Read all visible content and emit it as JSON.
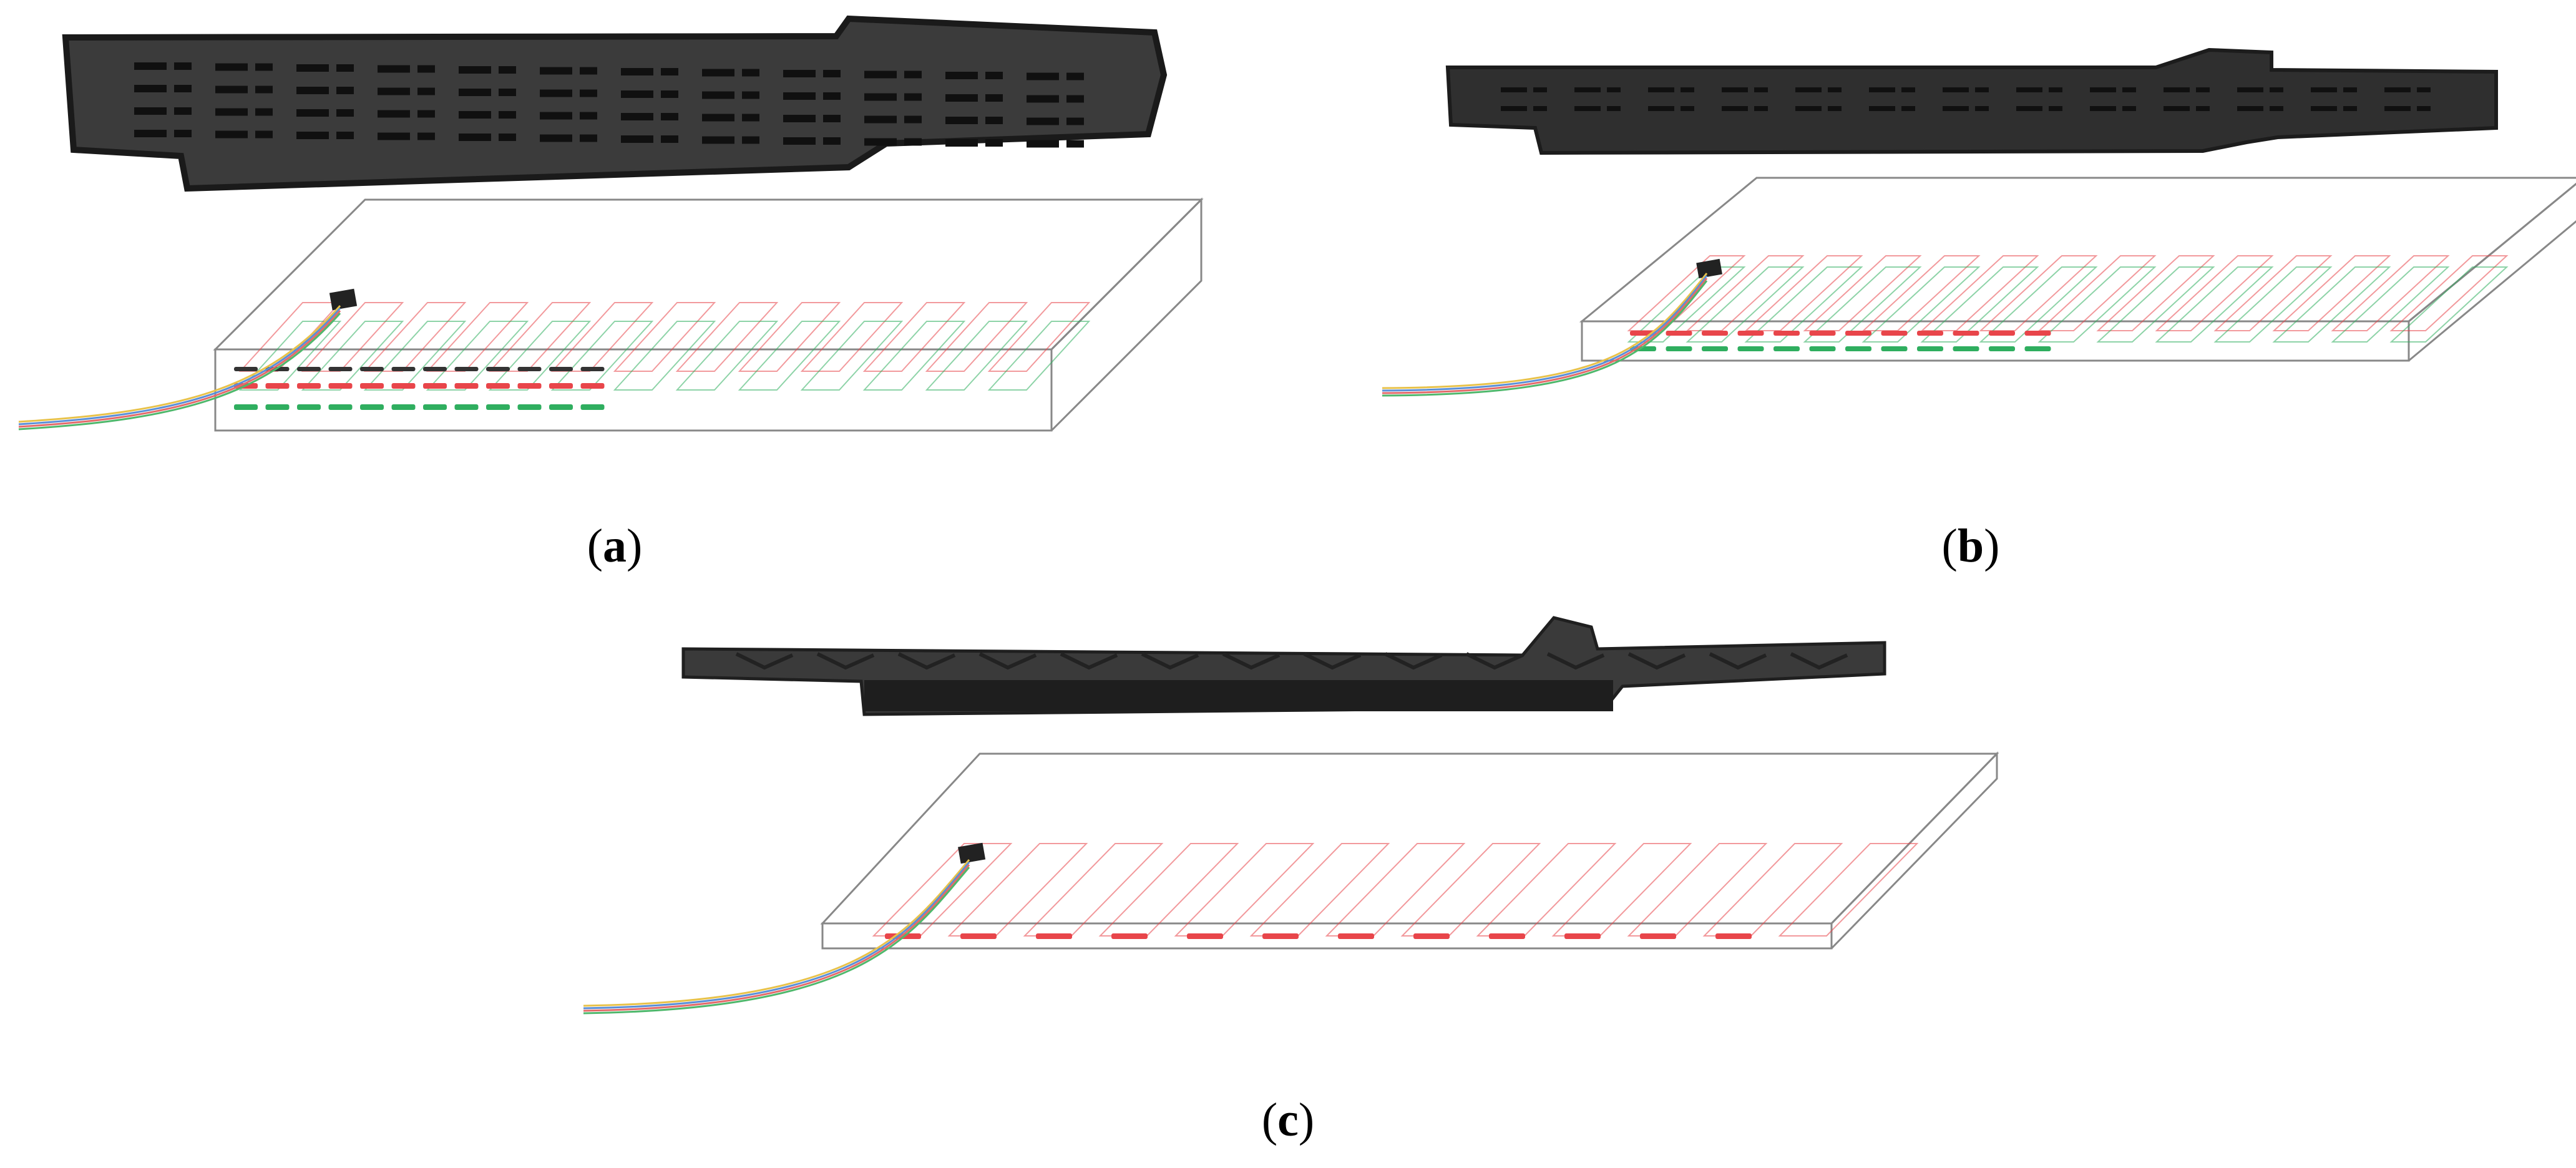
{
  "panels": [
    {
      "open": "(",
      "letter": "a",
      "close": ")"
    },
    {
      "open": "(",
      "letter": "b",
      "close": ")"
    },
    {
      "open": "(",
      "letter": "c",
      "close": ")"
    }
  ],
  "colors": {
    "print_dark": "#3a3a3a",
    "print_mid": "#555555",
    "slot": "#101010",
    "box_edge": "#888888",
    "red": "#e8454a",
    "green": "#2fae5f",
    "wire_yellow": "#e8c24a",
    "wire_blue": "#5a8fd8",
    "wire_red": "#e46a6a",
    "wire_green": "#4fb86c"
  }
}
